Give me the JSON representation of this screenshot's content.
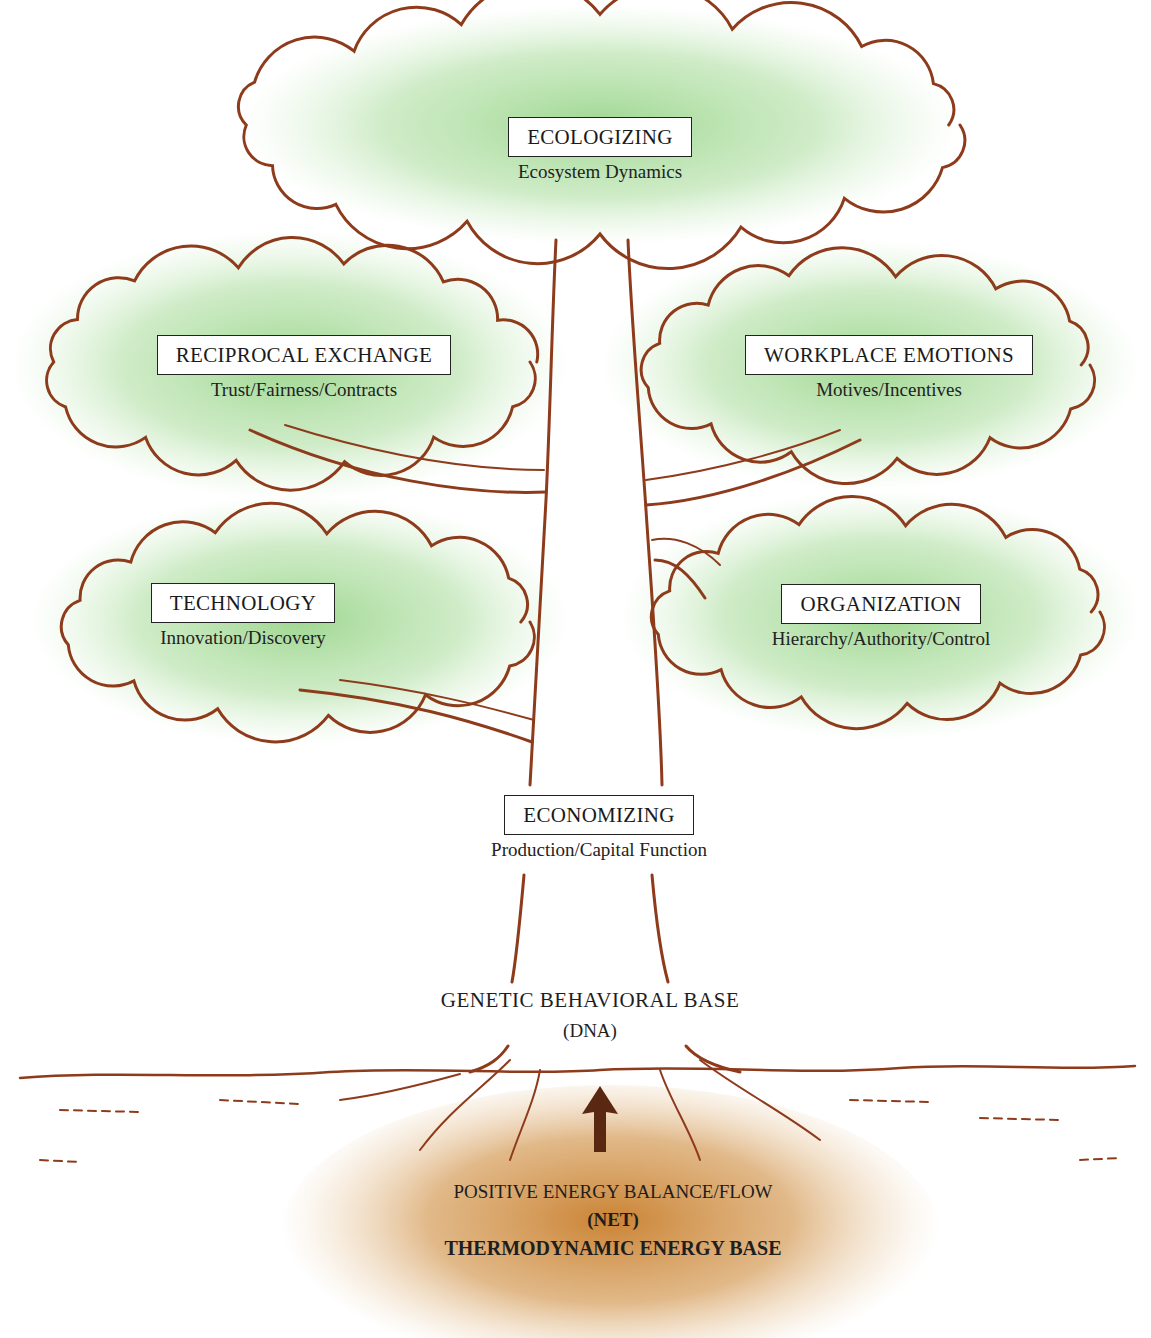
{
  "diagram": {
    "nodes": [
      {
        "text": [
          "ECOLOGIZING",
          "Ecosystem Dynamics"
        ]
      },
      {
        "text": [
          "RECIPROCAL EXCHANGE",
          "Trust/Fairness/Contracts"
        ]
      },
      {
        "text": [
          "WORKPLACE EMOTIONS",
          "Motives/Incentives"
        ]
      },
      {
        "text": [
          "TECHNOLOGY",
          "Innovation/Discovery"
        ]
      },
      {
        "text": [
          "ORGANIZATION",
          "Hierarchy/Authority/Control"
        ]
      },
      {
        "text": [
          "ECONOMIZING",
          "Production/Capital Function"
        ]
      }
    ],
    "labels": [
      "GENETIC BEHAVIORAL BASE",
      "(DNA)",
      "POSITIVE ENERGY BALANCE/FLOW",
      "(NET)",
      "THERMODYNAMIC ENERGY BASE"
    ]
  }
}
